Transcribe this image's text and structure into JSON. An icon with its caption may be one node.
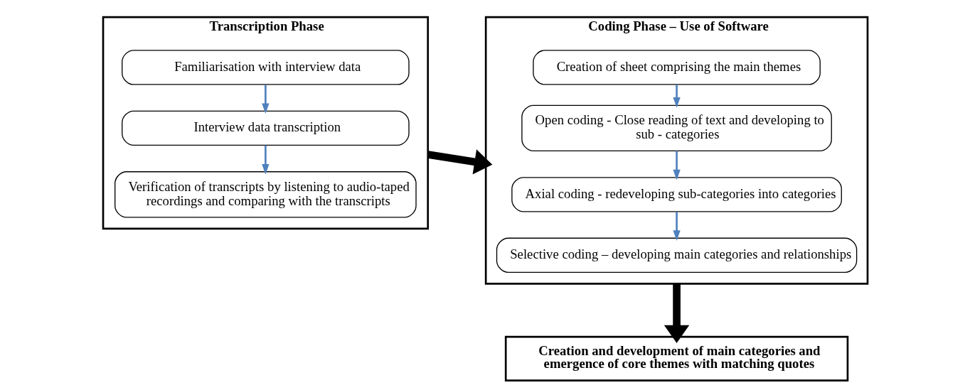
{
  "diagram": {
    "nodes": [
      {
        "text": [
          "Transcription Phase"
        ]
      },
      {
        "text": [
          "Familiarisation with interview data"
        ],
        "in": 0
      },
      {
        "text": [
          "Interview data transcription"
        ],
        "in": 0
      },
      {
        "text": [
          "Verification of transcripts by listening to audio-taped recordings and comparing with the transcripts"
        ],
        "in": 0
      },
      {
        "text": [
          "Coding Phase – Use of Software"
        ]
      },
      {
        "text": [
          "Creation of sheet comprising the main themes"
        ],
        "in": 4
      },
      {
        "text": [
          "Open coding - Close reading of text and developing to sub - categories"
        ],
        "in": 4
      },
      {
        "text": [
          "Axial coding - redeveloping sub-categories into categories"
        ],
        "in": 4
      },
      {
        "text": [
          "Selective coding – developing main categories and relationships"
        ],
        "in": 4
      },
      {
        "text": [
          "Creation and development of main categories and emergence of core themes with matching quotes"
        ]
      }
    ],
    "edges": [
      {
        "from": 1,
        "to": 2,
        "arrow": "to"
      },
      {
        "from": 2,
        "to": 3,
        "arrow": "to"
      },
      {
        "from": 0,
        "to": 4,
        "arrow": "to",
        "style": "thick",
        "color": "#000000"
      },
      {
        "from": 5,
        "to": 6,
        "arrow": "to"
      },
      {
        "from": 6,
        "to": 7,
        "arrow": "to"
      },
      {
        "from": 7,
        "to": 8,
        "arrow": "to"
      },
      {
        "from": 4,
        "to": 9,
        "arrow": "to",
        "style": "thick",
        "color": "#000000"
      }
    ]
  }
}
